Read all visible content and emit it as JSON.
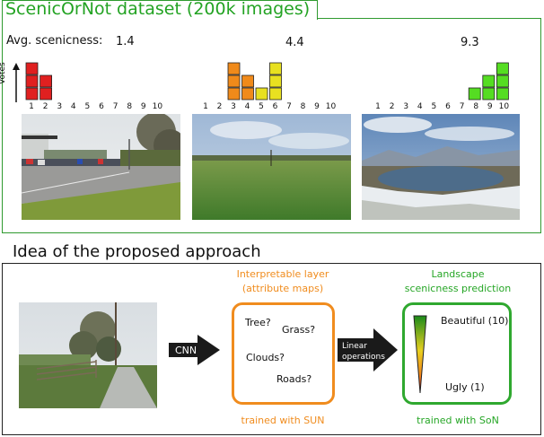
{
  "dataset": {
    "title": "ScenicOrNot dataset (200k images)",
    "avg_label": "Avg. scenicness:",
    "votes_label": "Votes",
    "images": [
      {
        "score": "1.4",
        "vote_counts": [
          3,
          2,
          0,
          0,
          0,
          0,
          0,
          0,
          0,
          0
        ],
        "bar_color": "#e02020"
      },
      {
        "score": "4.4",
        "vote_counts": [
          0,
          0,
          3,
          2,
          1,
          3,
          0,
          0,
          0,
          0
        ],
        "bar_color_low": "#f08a1a",
        "bar_color_high": "#e8e020"
      },
      {
        "score": "9.3",
        "vote_counts": [
          0,
          0,
          0,
          0,
          0,
          0,
          0,
          1,
          2,
          3
        ],
        "bar_color": "#55dd22"
      }
    ],
    "ticks": [
      "1",
      "2",
      "3",
      "4",
      "5",
      "6",
      "7",
      "8",
      "9",
      "10"
    ]
  },
  "approach": {
    "title": "Idea of the proposed approach",
    "cnn_label": "CNN",
    "interpretable_title_1": "Interpretable layer",
    "interpretable_title_2": "(attribute maps)",
    "attributes": [
      "Tree?",
      "Grass?",
      "Clouds?",
      "Roads?"
    ],
    "linear_label_1": "Linear",
    "linear_label_2": "operations",
    "prediction_title_1": "Landscape",
    "prediction_title_2": "scenicness prediction",
    "beautiful_label": "Beautiful (10)",
    "ugly_label": "Ugly (1)",
    "trained_sun": "trained with SUN",
    "trained_son": "trained with SoN"
  },
  "colors": {
    "green": "#26a626",
    "orange": "#f08c1e"
  }
}
